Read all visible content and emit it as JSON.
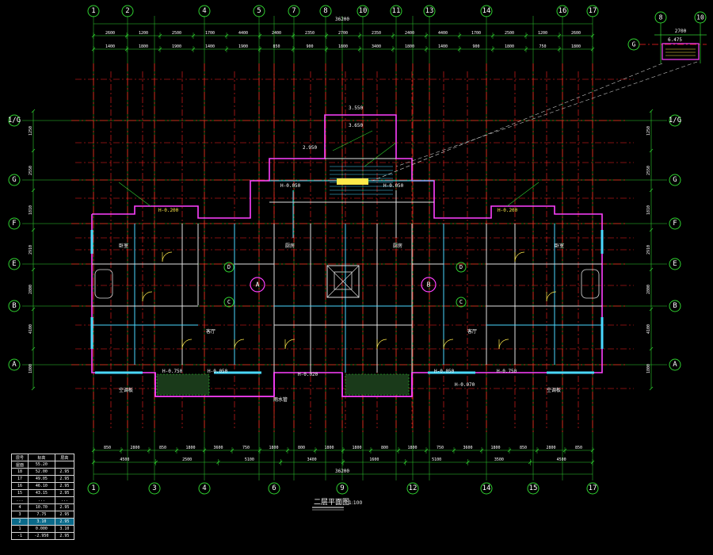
{
  "drawing": {
    "title": "二层平面图",
    "scale": "1:100",
    "total_top": "36200",
    "total_bottom": "36200"
  },
  "axes": {
    "top": [
      "1",
      "2",
      "4",
      "5",
      "7",
      "8",
      "10",
      "11",
      "13",
      "14",
      "16",
      "17"
    ],
    "bottom": [
      "1",
      "3",
      "4",
      "6",
      "9",
      "12",
      "14",
      "15",
      "17"
    ],
    "left": [
      "1/G",
      "G",
      "F",
      "E",
      "B",
      "A"
    ],
    "right": [
      "1/G",
      "G",
      "F",
      "E",
      "B",
      "A"
    ]
  },
  "dims": {
    "top_row1": [
      "2600",
      "1200",
      "2500",
      "1700",
      "4400",
      "2400",
      "2350",
      "2700",
      "2350",
      "2400",
      "4400",
      "1700",
      "2500",
      "1200",
      "2600"
    ],
    "top_row2": [
      "1400",
      "1800",
      "1900",
      "1400",
      "1900",
      "850",
      "900",
      "1800",
      "3400",
      "1800",
      "1400",
      "900",
      "1800",
      "750",
      "1800"
    ],
    "bottom_row1": [
      "850",
      "2800",
      "850",
      "1800",
      "3600",
      "750",
      "1800",
      "800",
      "1800",
      "1800",
      "800",
      "1800",
      "750",
      "3600",
      "1800",
      "850",
      "2800",
      "850"
    ],
    "bottom_row2": [
      "4500",
      "2500",
      "5100",
      "3400",
      "1600",
      "5100",
      "3500",
      "4500"
    ],
    "left": [
      "1250",
      "2550",
      "1810",
      "2910",
      "2800",
      "4100",
      "1800"
    ],
    "right": [
      "1250",
      "2550",
      "1810",
      "2910",
      "2800",
      "4100",
      "1800"
    ]
  },
  "detail": {
    "axes": [
      "8",
      "10"
    ],
    "axis_g": "G",
    "dim": "2700",
    "elev": "6.475"
  },
  "labels": {
    "zone_a": "A",
    "zone_b": "B",
    "axis_c": "C",
    "axis_d": "D",
    "elev_1": "H-0.200",
    "elev_2": "H-0.050",
    "elev_3": "H-0.750",
    "elev_4": "H-0.070",
    "elev_5": "H-0.020",
    "level_1": "2.950",
    "level_2": "3.650",
    "level_3": "3.550",
    "room_1": "卧室",
    "room_2": "客厅",
    "room_3": "厨房",
    "note_1": "空调板",
    "note_2": "雨水管"
  },
  "legend": {
    "rows": [
      [
        "层号",
        "标高",
        "层高"
      ],
      [
        "屋面",
        "55.20",
        ""
      ],
      [
        "18",
        "52.00",
        "2.95"
      ],
      [
        "17",
        "49.05",
        "2.95"
      ],
      [
        "16",
        "46.10",
        "2.95"
      ],
      [
        "15",
        "43.15",
        "2.95"
      ],
      [
        "...",
        "...",
        "..."
      ],
      [
        "4",
        "10.70",
        "2.95"
      ],
      [
        "3",
        "7.75",
        "2.95"
      ],
      [
        "2",
        "3.10",
        "2.95"
      ],
      [
        "1",
        "0.000",
        "3.10"
      ],
      [
        "-1",
        "-2.950",
        "2.95"
      ]
    ],
    "highlight_row": 9
  }
}
